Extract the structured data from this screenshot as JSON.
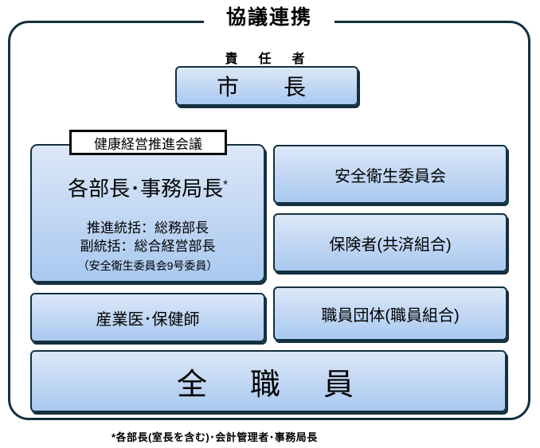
{
  "diagram": {
    "title": "協議連携",
    "responsible_label": "責　任　者",
    "mayor_box": {
      "label": "市　長"
    },
    "council_tab": {
      "label": "健康経営推進会議"
    },
    "leaders_box": {
      "main_label": "各部長･事務局長",
      "asterisk": "*",
      "sub_lines": "推進統括：総務部長\n副統括：総合経営部長",
      "note": "（安全衛生委員会9号委員）"
    },
    "right_boxes": [
      {
        "label": "安全衛生委員会"
      },
      {
        "label": "保険者(共済組合)"
      },
      {
        "label": "職員団体(職員組合)"
      }
    ],
    "occupational_box": {
      "label": "産業医･保健師"
    },
    "all_staff_box": {
      "label": "全　職　員"
    },
    "footnote": "*各部長(室長を含む)･会計管理者･事務局長",
    "colors": {
      "frame_border": "#14303f",
      "box_border": "#14303f",
      "box_fill_top": "#dce8f8",
      "box_fill_bottom": "#a9c9f0",
      "tab_background": "#ffffff"
    }
  }
}
